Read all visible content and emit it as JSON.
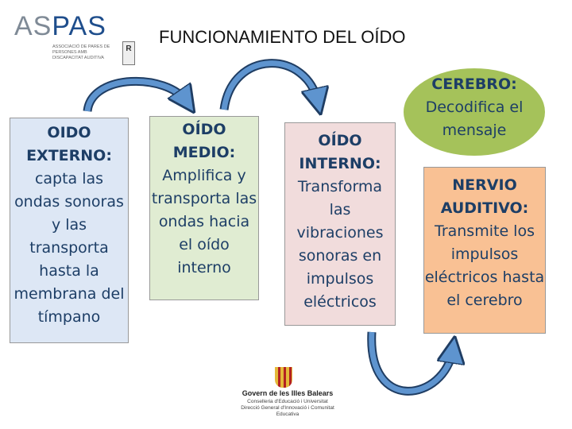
{
  "logo": {
    "word_a": "AS",
    "word_b": "PAS",
    "subtitle": "ASSOCIACIÓ DE PARES DE PERSONES AMB DISCAPACITAT AUDITIVA",
    "mark": "R"
  },
  "title": "FUNCIONAMIENTO DEL OÍDO",
  "boxes": [
    {
      "head": "OIDO EXTERNO:",
      "body": "capta las ondas sonoras y las transporta hasta la membrana del tímpano"
    },
    {
      "head": "OÍDO MEDIO:",
      "body": "Amplifica y transporta las ondas hacia el oído interno"
    },
    {
      "head": "OÍDO INTERNO:",
      "body": "Transforma las vibraciones sonoras en impulsos eléctricos"
    },
    {
      "head": "NERVIO AUDITIVO:",
      "body": "Transmite los impulsos eléctricos hasta el cerebro"
    }
  ],
  "cloud": {
    "head": "CEREBRO:",
    "body": "Decodifica el mensaje"
  },
  "footer": {
    "name": "Govern de les Illes Balears",
    "lines": "Conselleria d'Educació i Universitat Direcció General d'Innovació i Comunitat Educativa"
  },
  "colors": {
    "arrow_stroke": "#1f3d63",
    "arrow_fill": "#5e94cf",
    "box_ext": "#dde7f5",
    "box_med": "#e0ecd2",
    "box_int": "#f1dcdc",
    "box_nerv": "#f9c194",
    "cloud": "#a5c25a",
    "text": "#1d3e66"
  }
}
